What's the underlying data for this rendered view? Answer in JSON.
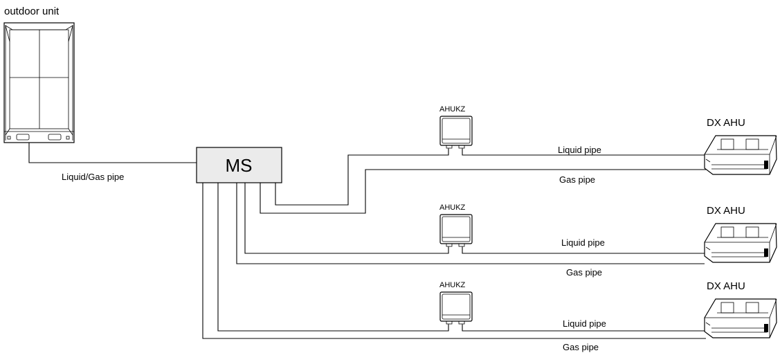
{
  "outdoor_unit": {
    "label": "outdoor unit"
  },
  "main_pipe_label": "Liquid/Gas pipe",
  "ms_box": {
    "label": "MS"
  },
  "branches": [
    {
      "controller_label": "AHUKZ",
      "ahu_label": "DX AHU",
      "liquid_label": "Liquid pipe",
      "gas_label": "Gas pipe"
    },
    {
      "controller_label": "AHUKZ",
      "ahu_label": "DX AHU",
      "liquid_label": "Liquid pipe",
      "gas_label": "Gas pipe"
    },
    {
      "controller_label": "AHUKZ",
      "ahu_label": "DX AHU",
      "liquid_label": "Liquid pipe",
      "gas_label": "Gas pipe"
    }
  ]
}
